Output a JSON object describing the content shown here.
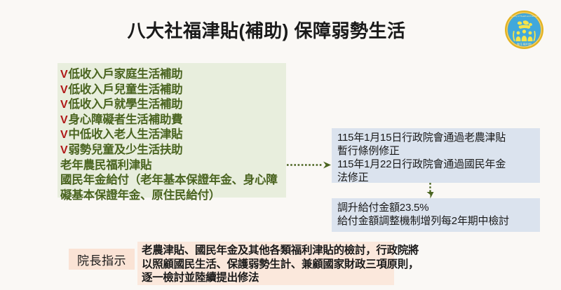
{
  "slide": {
    "title": "八大社福津貼(補助)  保障弱勢生活",
    "background_color": "#faf8f5"
  },
  "logo": {
    "name": "ministry-of-health-and-welfare-emblem",
    "ring_text_outer": "Ministry of Health and Welfare",
    "ring_text_inner": "衛生福利部",
    "ring_color": "#e3b322",
    "disc_color": "#41a8dc",
    "figure_color": "#f5e44a"
  },
  "benefits": {
    "background_color": "#e8eedd",
    "text_color": "#4a6420",
    "check_color": "#b01818",
    "check_glyph": "V",
    "items": [
      {
        "check": true,
        "label": "低收入戶家庭生活補助"
      },
      {
        "check": true,
        "label": "低收入戶兒童生活補助"
      },
      {
        "check": true,
        "label": "低收入戶就學生活補助"
      },
      {
        "check": true,
        "label": "身心障礙者生活補助費"
      },
      {
        "check": true,
        "label": "中低收入老人生活津貼"
      },
      {
        "check": true,
        "label": "弱勢兒童及少生活扶助"
      },
      {
        "check": false,
        "label": "老年農民福利津貼"
      },
      {
        "check": false,
        "label": "國民年金給付（老年基本保證年金、身心障"
      },
      {
        "check": false,
        "label": "礙基本保證年金、原住民給付）"
      }
    ]
  },
  "legislation": {
    "background_color": "#dbe3ee",
    "lines": [
      "115年1月15日行政院會通過老農津貼",
      "暫行條例修正",
      "115年1月22日行政院會通過國民年金",
      "法修正"
    ]
  },
  "adjustment": {
    "background_color": "#dbe3ee",
    "lines": [
      "調升給付金額23.5%",
      "給付金額調整機制增列每2年期中檢討"
    ]
  },
  "connectors": {
    "color": "#4a6420",
    "horizontal_style": "dotted-arrow-right",
    "vertical_style": "dotted-arrow-down"
  },
  "instruction": {
    "label": "院長指示",
    "label_background_color": "#fae3d5",
    "background_color": "#fbe8dc",
    "lines": [
      "老農津貼、國民年金及其他各類福利津貼的檢討，行政院將",
      "以照顧國民生活、保護弱勢生計、兼顧國家財政三項原則，",
      "逐一檢討並陸續提出修法"
    ]
  }
}
